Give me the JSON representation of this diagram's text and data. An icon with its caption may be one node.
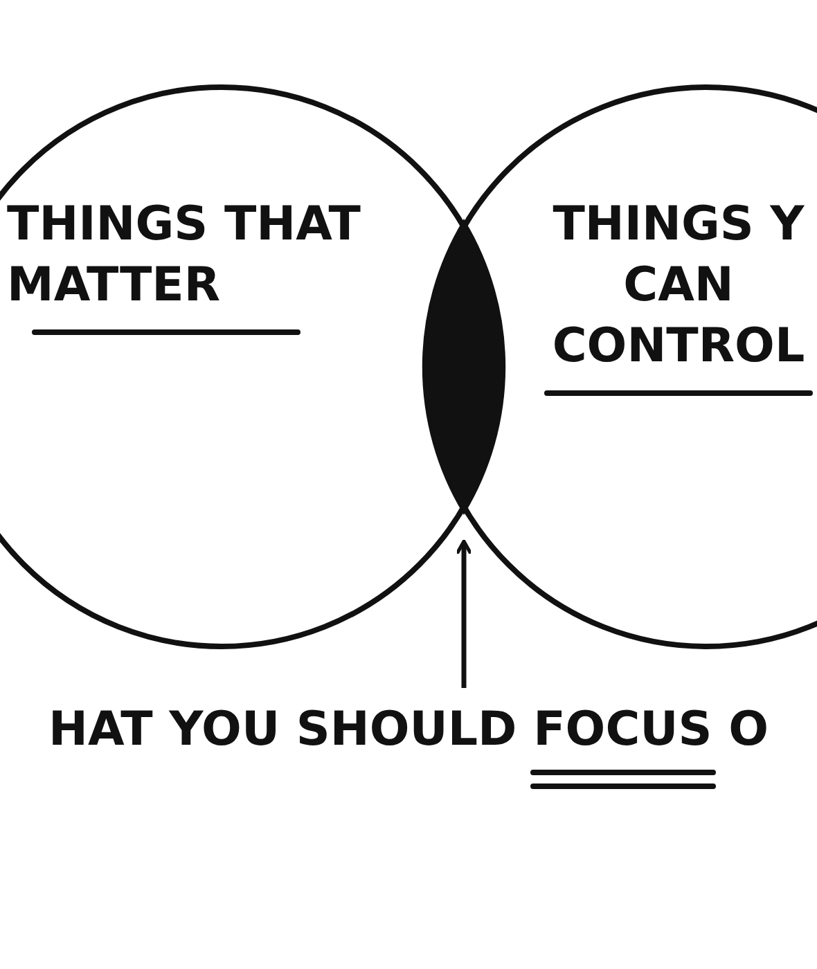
{
  "diagram": {
    "nodes": [
      {
        "text": [
          "THINGS THAT MATTER"
        ]
      },
      {
        "text": [
          "THINGS Y CAN CONTROL"
        ]
      },
      {
        "text": [],
        "shape": "lens"
      },
      {
        "text": [
          "HAT YOU SHOULD FOCUS O"
        ]
      }
    ],
    "edges": [
      {
        "from": 3,
        "to": 2,
        "arrow": "to"
      }
    ]
  }
}
